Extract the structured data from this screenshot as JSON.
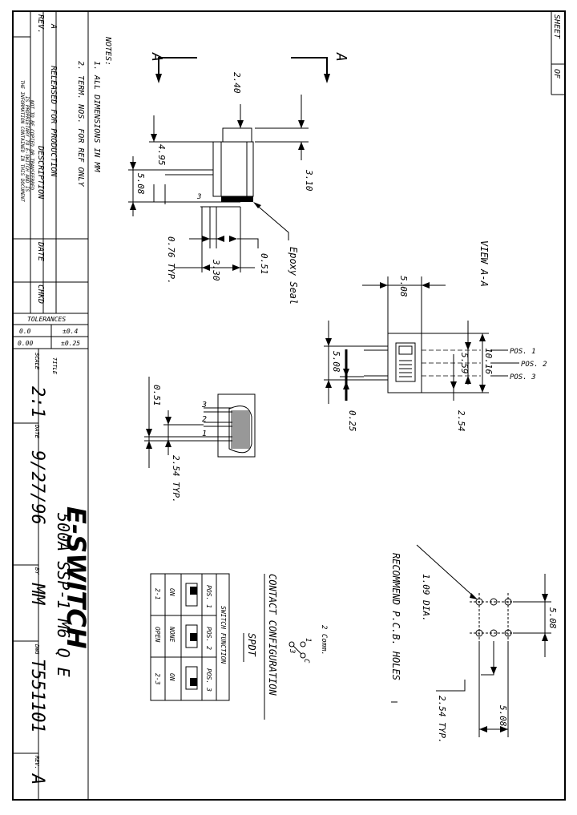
{
  "revision_table": {
    "rev_header": "REV.",
    "description_header": "DESCRIPTION",
    "date_header": "DATE",
    "chkd_header": "CHKD",
    "rev_value": "A",
    "description_value": "RELEASED FOR PRODUCTION",
    "confidential_lines": [
      "THE INFORMATION CONTAINED IN THIS DOCUMENT",
      "IS PROPRIETARY TO E-SWITCH AND IS",
      "NOT TO BE COPIED OR TRANSFERRED"
    ]
  },
  "notes": {
    "title": "NOTES:",
    "items": [
      "1. ALL DIMENSIONS IN MM",
      "2. TERM. NOS. FOR REF ONLY"
    ]
  },
  "sheet": {
    "sheet_label": "SHEET",
    "of_label": "OF"
  },
  "tolerances": {
    "title": "TOLERANCES",
    "rows": [
      {
        "format": "0.0",
        "value": "±0.4"
      },
      {
        "format": "0.00",
        "value": "±0.25"
      }
    ]
  },
  "title_block": {
    "title_label": "TITLE",
    "scale_label": "SCALE",
    "scale_value": "2:1",
    "date_label": "DATE",
    "date_value": "9/27/96",
    "logo_text": "E-SWITCH",
    "part_title": "500A SSP-1 M6 Q E",
    "by_label": "BY",
    "by_value": "MM",
    "dwg_label": "DWG",
    "dwg_value": "T551101",
    "rev_label": "REV.",
    "rev_value": "A"
  },
  "section_view": {
    "section_mark": "A",
    "view_label": "VIEW A-A",
    "epoxy_label": "Epoxy Seal",
    "terminal_label": "3",
    "dims": {
      "d1": "2.40",
      "d2": "3.10",
      "d3": "4.95",
      "d4": "5.08",
      "d5": "0.76 TYP.",
      "d6": "3.30",
      "d7": "0.51"
    }
  },
  "end_view": {
    "dims": {
      "width": "5.08",
      "pin_pitch": "5.08",
      "d_0_25": "0.25",
      "d_2_54": "2.54",
      "d_5_59": "5.59",
      "d_10_16": "10.16"
    },
    "pos_labels": [
      "POS. 1",
      "POS. 2",
      "POS. 3"
    ]
  },
  "bottom_view": {
    "dims": {
      "d_0_51": "0.51",
      "pitch": "2.54 TYP."
    },
    "terminal_labels": [
      "3",
      "2",
      "1"
    ]
  },
  "pcb": {
    "title": "RECOMMEND P.C.B. HOLES",
    "hole_dia": "1.09 DIA.",
    "d_5_08_a": "5.08",
    "d_5_08_b": "5.08",
    "pitch": "2.54 TYP."
  },
  "contact": {
    "title": "CONTACT CONFIGURATION",
    "type": "SPDT",
    "comm_label": "2 Comm.",
    "pin1": "1",
    "pin3": "3",
    "c_label": "C"
  },
  "switch_table": {
    "title": "SWITCH FUNCTION",
    "headers": [
      "POS. 1",
      "POS. 2",
      "POS. 3"
    ],
    "state_row": [
      "ON",
      "NONE",
      "ON"
    ],
    "state_row2": [
      "2-1",
      "OPEN",
      "2-3"
    ]
  }
}
